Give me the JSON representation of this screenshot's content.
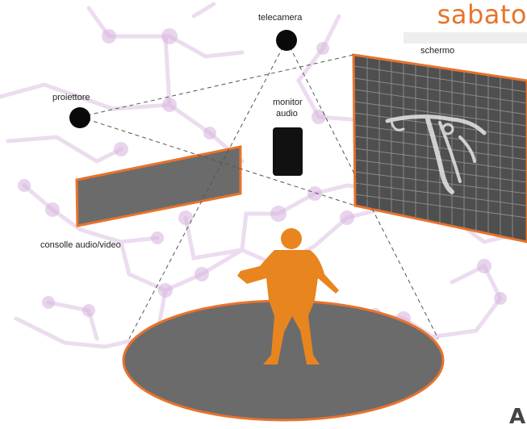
{
  "header": {
    "text": "sabato"
  },
  "labels": {
    "camera": "telecamera",
    "screen": "schermo",
    "projector": "proiettore",
    "monitor_line1": "monitor",
    "monitor_line2": "audio",
    "console": "consolle audio/video"
  },
  "corner_glyph": "A",
  "icons": [
    "camera-node",
    "projector-node",
    "monitor-audio-device",
    "person-silhouette"
  ],
  "colors": {
    "accent": "#e8732b",
    "stage": "#6b6b6b",
    "screen": "#4f4f4f",
    "device": "#111111",
    "network": "#d7b3dc",
    "network_node": "#d9b8e0"
  }
}
